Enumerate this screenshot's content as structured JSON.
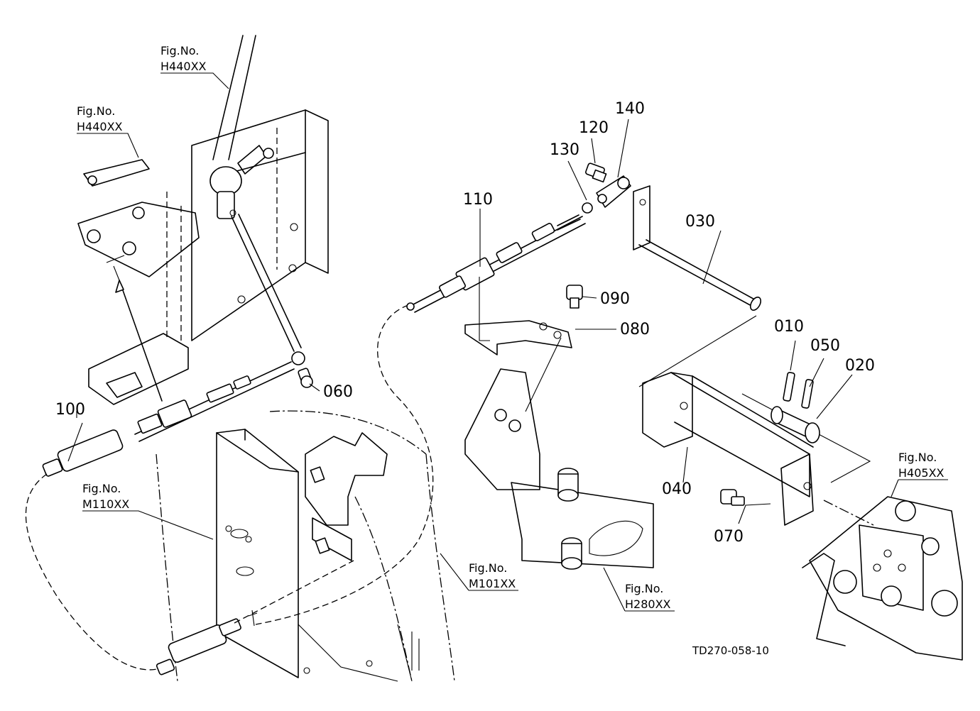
{
  "part_labels": {
    "p010": "010",
    "p020": "020",
    "p030": "030",
    "p040": "040",
    "p050": "050",
    "p060": "060",
    "p070": "070",
    "p080": "080",
    "p090": "090",
    "p100": "100",
    "p110": "110",
    "p120": "120",
    "p130": "130",
    "p140": "140"
  },
  "figure_refs": {
    "h440_top": {
      "line1": "Fig.No.",
      "line2": "H440XX"
    },
    "h440_left": {
      "line1": "Fig.No.",
      "line2": "H440XX"
    },
    "m110": {
      "line1": "Fig.No.",
      "line2": "M110XX"
    },
    "m101": {
      "line1": "Fig.No.",
      "line2": "M101XX"
    },
    "h280": {
      "line1": "Fig.No.",
      "line2": "H280XX"
    },
    "h405": {
      "line1": "Fig.No.",
      "line2": "H405XX"
    }
  },
  "drawing_code": "TD270-058-10"
}
